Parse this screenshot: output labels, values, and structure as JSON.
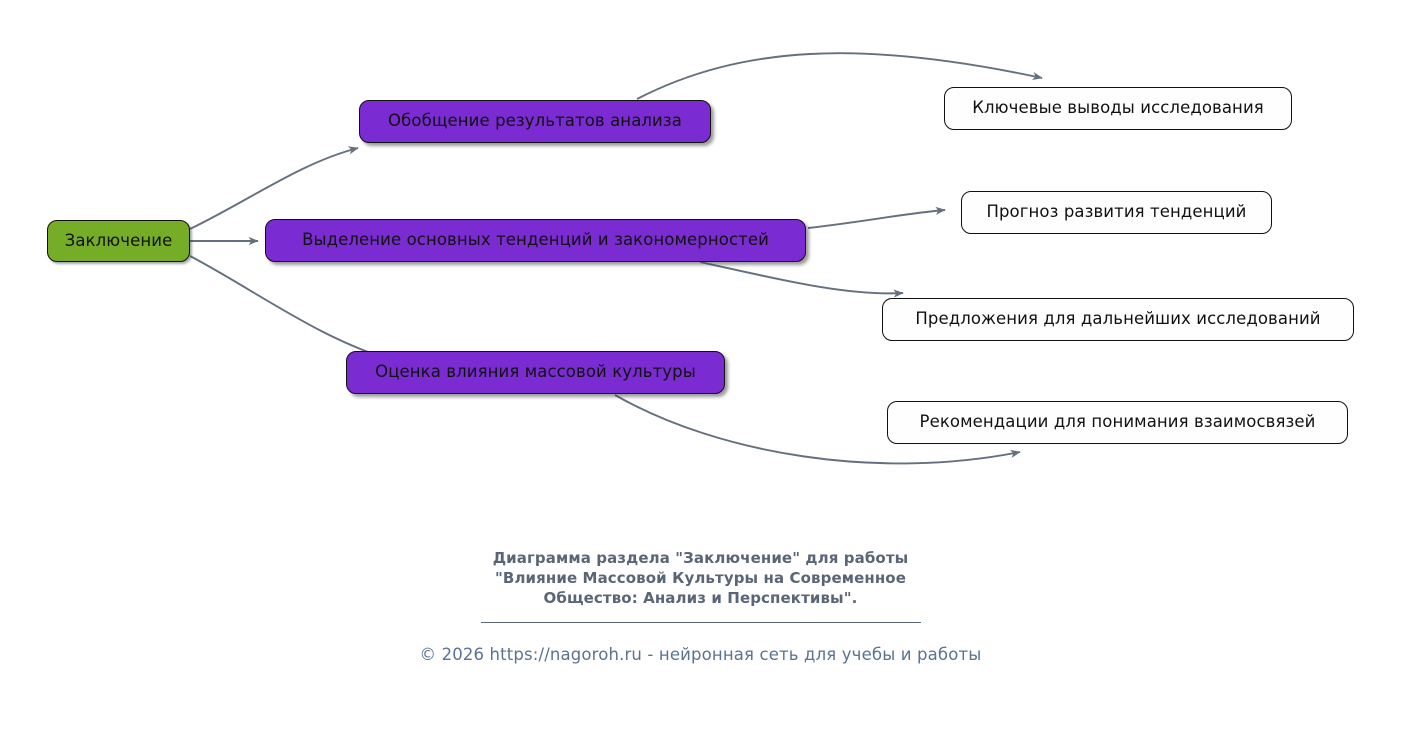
{
  "diagram": {
    "type": "mindmap-flowchart",
    "direction": "left-to-right",
    "background_color": "#ffffff",
    "edge_color": "#64707e",
    "colors": {
      "root_fill": "#76ad27",
      "branch_fill": "#7a2bd2",
      "leaf_fill": "#fefefe",
      "node_border": "#111111",
      "caption_text": "#5a6676",
      "footer_text": "#5a7390"
    },
    "nodes": {
      "root": {
        "id": "root",
        "label": "Заключение"
      },
      "branches": [
        {
          "id": "branch-1",
          "label": "Обобщение результатов анализа"
        },
        {
          "id": "branch-2",
          "label": "Выделение основных тенденций и закономерностей"
        },
        {
          "id": "branch-3",
          "label": "Оценка влияния массовой культуры"
        }
      ],
      "leaves": [
        {
          "id": "leaf-1",
          "label": "Ключевые выводы исследования"
        },
        {
          "id": "leaf-2",
          "label": "Прогноз развития тенденций"
        },
        {
          "id": "leaf-3",
          "label": "Предложения для дальнейших исследований"
        },
        {
          "id": "leaf-4",
          "label": "Рекомендации для понимания взаимосвязей"
        }
      ]
    },
    "edges": [
      {
        "from": "root",
        "to": "branch-1"
      },
      {
        "from": "root",
        "to": "branch-2"
      },
      {
        "from": "root",
        "to": "branch-3"
      },
      {
        "from": "branch-1",
        "to": "leaf-1"
      },
      {
        "from": "branch-2",
        "to": "leaf-2"
      },
      {
        "from": "branch-2",
        "to": "leaf-3"
      },
      {
        "from": "branch-3",
        "to": "leaf-4"
      }
    ]
  },
  "caption": {
    "line1": "Диаграмма раздела \"Заключение\" для работы",
    "line2": "\"Влияние Массовой Культуры на Современное",
    "line3": "Общество: Анализ и Перспективы\"."
  },
  "footer": {
    "text": "© 2026 https://nagoroh.ru - нейронная сеть для учебы и работы"
  }
}
